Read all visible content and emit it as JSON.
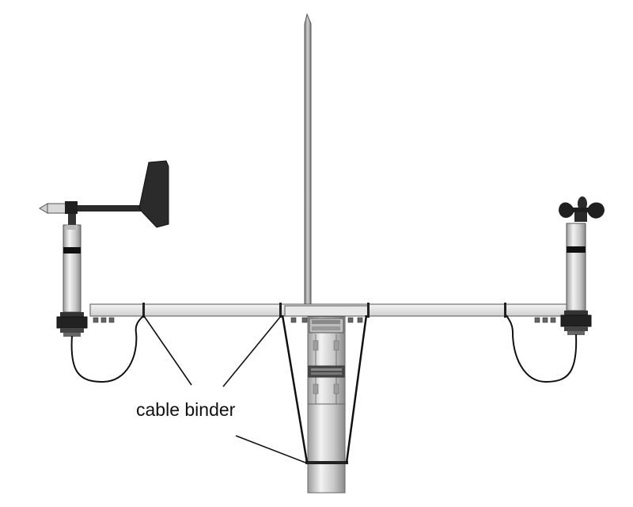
{
  "diagram": {
    "label": "cable binder"
  },
  "components": {
    "lightning_rod": "lightning-rod",
    "crossarm": "crossarm",
    "mast": "mast",
    "wind_vane": "wind-vane",
    "anemometer": "cup-anemometer"
  }
}
